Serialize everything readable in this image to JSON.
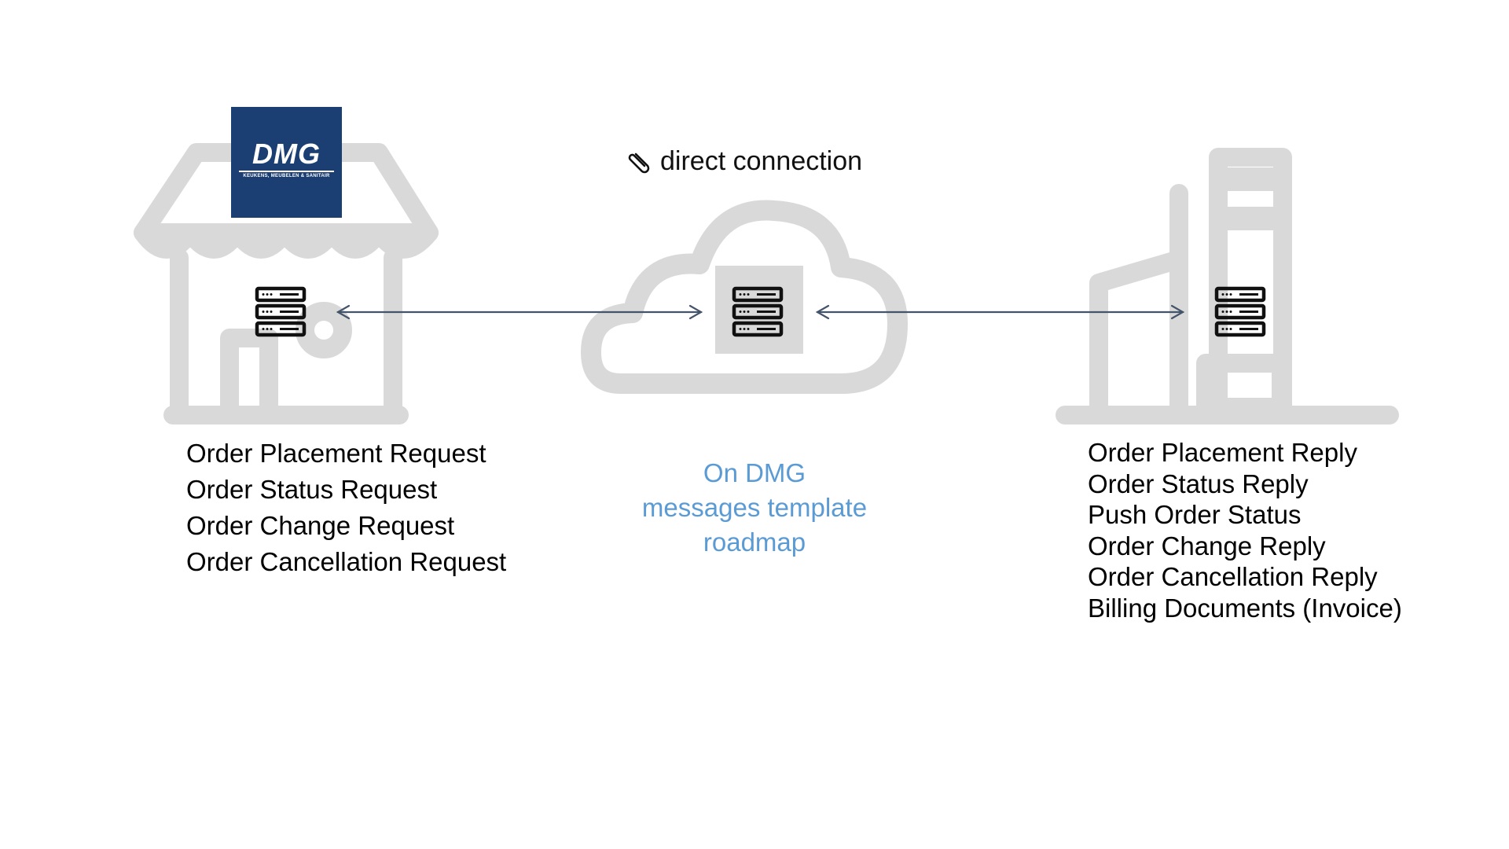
{
  "logo": {
    "text": "DMG",
    "tagline": "KEUKENS, MEUBELEN & SANITAIR",
    "bg_color": "#1c3f73"
  },
  "connection": {
    "label": "direct connection",
    "icon": "paperclip-icon"
  },
  "nodes": {
    "retailer": {
      "icon": "store-icon",
      "server_icon": "server-icon"
    },
    "platform": {
      "icon": "cloud-icon",
      "server_icon": "server-icon"
    },
    "supplier": {
      "icon": "factory-icon",
      "server_icon": "server-icon"
    }
  },
  "retailer_messages": [
    "Order Placement Request",
    "Order Status Request",
    "Order Change Request",
    "Order Cancellation Request"
  ],
  "platform_note": {
    "line1": "On DMG",
    "line2": "messages template",
    "line3": "roadmap",
    "color": "#5b9bd5"
  },
  "supplier_messages": [
    "Order Placement Reply",
    "Order Status Reply",
    "Push Order Status",
    "Order Change Reply",
    "Order Cancellation Reply",
    "Billing Documents (Invoice)"
  ],
  "colors": {
    "silhouette": "#d9d9d9",
    "arrow": "#44546a",
    "text": "#000000"
  }
}
